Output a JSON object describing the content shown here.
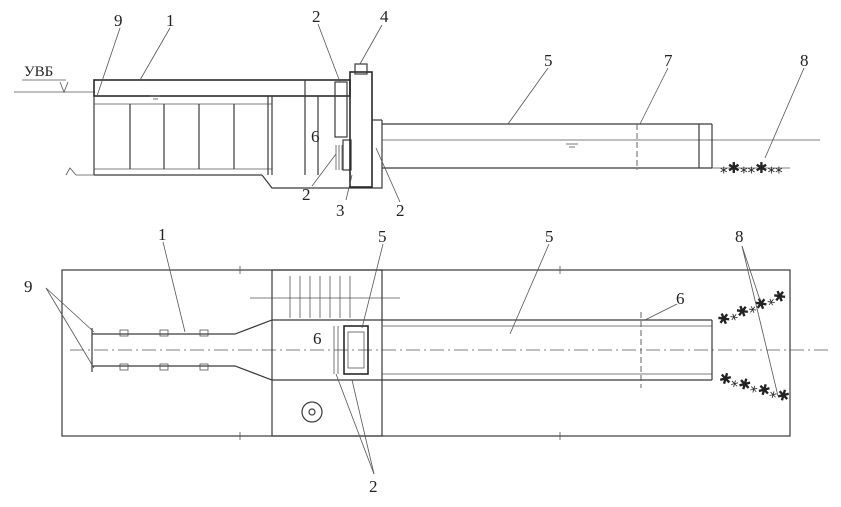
{
  "side_view": {
    "water_level_label": "УВБ",
    "callouts": [
      "9",
      "1",
      "2",
      "4",
      "5",
      "7",
      "8",
      "6",
      "2",
      "3",
      "2"
    ]
  },
  "plan_view": {
    "callouts": [
      "1",
      "9",
      "5",
      "5",
      "6",
      "8",
      "6",
      "2"
    ]
  },
  "colors": {
    "line": "#3a3a3a",
    "background": "#ffffff"
  }
}
